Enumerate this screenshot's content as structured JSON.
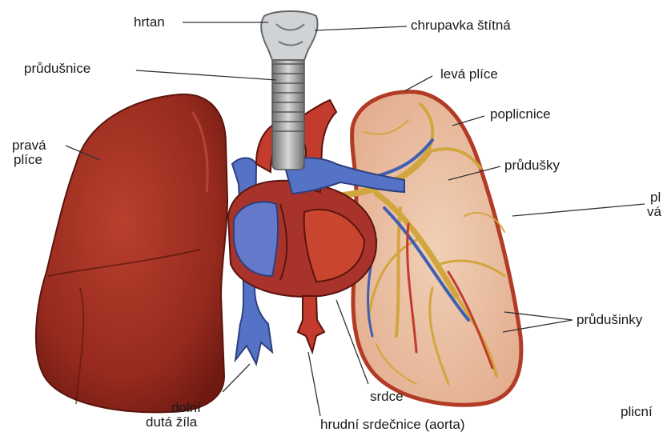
{
  "labels": {
    "hrtan": "hrtan",
    "chrupavka": "chrupavka štítná",
    "prudusnice": "průdušnice",
    "leva_plice": "levá plíce",
    "pravapl_1": "pravá",
    "pravapl_2": "plíce",
    "poplicnice": "poplicnice",
    "prudusky": "průdušky",
    "pl_cut_1": "pl",
    "pl_cut_2": "vá",
    "prudusinky": "průdušinky",
    "dolni_1": "dolní",
    "dolni_2": "dutá žíla",
    "srdce": "srdce",
    "aorta": "hrudní srdečnice (aorta)",
    "plicni_cut": "plicní"
  },
  "colors": {
    "lung_dark": "#8e2218",
    "lung_mid": "#b0392a",
    "lung_light": "#c9624c",
    "artery": "#c23b2d",
    "vein": "#4f6fc0",
    "cartilage": "#9a9a9a",
    "bronchi": "#d8b04a",
    "leader": "#333333"
  }
}
